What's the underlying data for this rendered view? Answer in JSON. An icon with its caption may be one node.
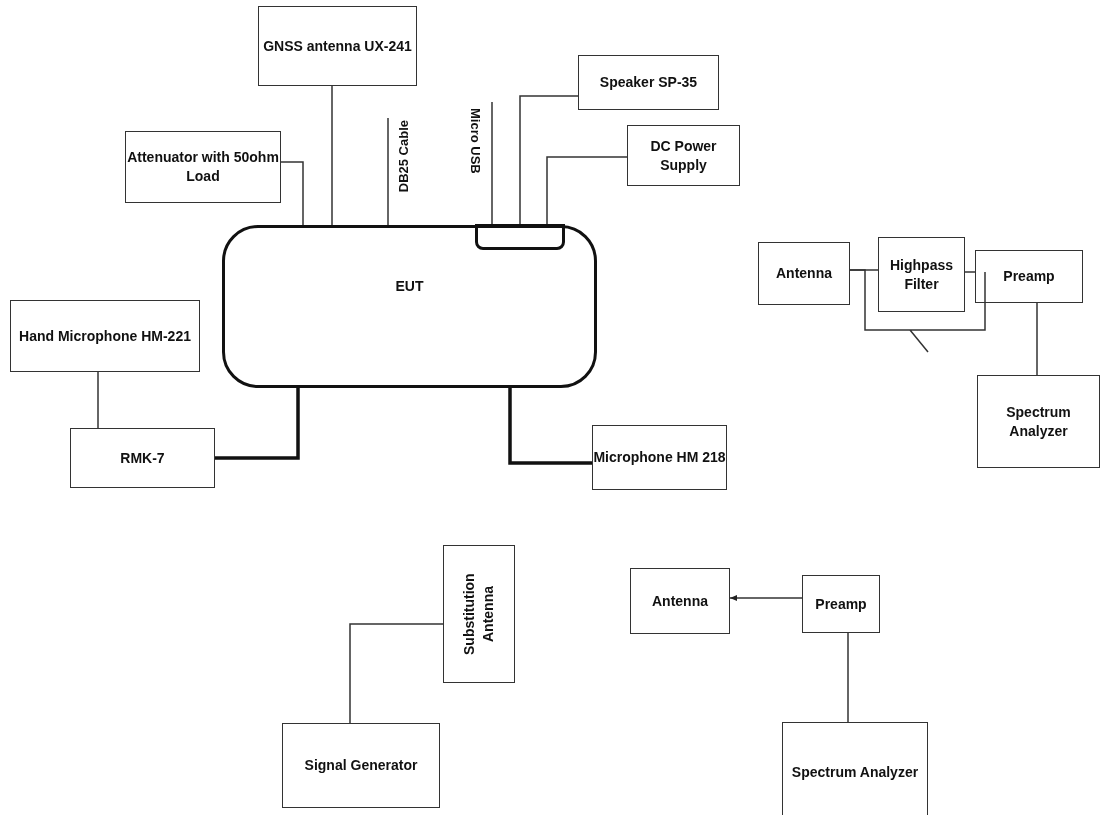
{
  "diagram": {
    "nodes": [
      {
        "text": [
          "GNSS antenna UX-241"
        ]
      },
      {
        "text": [
          "Speaker SP-35"
        ]
      },
      {
        "text": [
          "Attenuator with 50ohm Load"
        ]
      },
      {
        "text": [
          "DC Power Supply"
        ]
      },
      {
        "text": [
          "EUT"
        ]
      },
      {
        "text": [],
        "shape": "box",
        "in": 4
      },
      {
        "text": [
          "Hand Microphone HM-221"
        ]
      },
      {
        "text": [
          "RMK-7"
        ]
      },
      {
        "text": [
          "Microphone HM 218"
        ]
      },
      {
        "text": [
          "Antenna"
        ]
      },
      {
        "text": [
          "Highpass Filter"
        ]
      },
      {
        "text": [
          "Preamp"
        ]
      },
      {
        "text": [
          "Spectrum Analyzer"
        ]
      },
      {
        "text": [
          "Substitution Antenna"
        ]
      },
      {
        "text": [
          "Signal Generator"
        ]
      },
      {
        "text": [
          "Antenna"
        ]
      },
      {
        "text": [
          "Preamp"
        ]
      },
      {
        "text": [
          "Spectrum Analyzer"
        ]
      }
    ],
    "edges": [
      {
        "from": 0,
        "to": 4,
        "arrow": "none"
      },
      {
        "from": 1,
        "to": 5,
        "arrow": "none"
      },
      {
        "from": 2,
        "to": 4,
        "arrow": "none"
      },
      {
        "from": 3,
        "to": 5,
        "arrow": "none"
      },
      {
        "from": 4,
        "to": null,
        "arrow": "none",
        "label": "DB25 Cable"
      },
      {
        "from": 5,
        "to": null,
        "arrow": "none",
        "label": "Micro USB"
      },
      {
        "from": 6,
        "to": 7,
        "arrow": "none"
      },
      {
        "from": 7,
        "to": 4,
        "arrow": "none",
        "style": "thick"
      },
      {
        "from": 4,
        "to": 8,
        "arrow": "none",
        "style": "thick"
      },
      {
        "from": 9,
        "to": 10,
        "arrow": "none"
      },
      {
        "from": 10,
        "to": 11,
        "arrow": "none"
      },
      {
        "from": 9,
        "to": 11,
        "arrow": "none"
      },
      {
        "from": 11,
        "to": 12,
        "arrow": "none"
      },
      {
        "from": 13,
        "to": 14,
        "arrow": "none"
      },
      {
        "from": 16,
        "to": 15,
        "arrow": "to"
      },
      {
        "from": 16,
        "to": 17,
        "arrow": "none"
      }
    ]
  }
}
